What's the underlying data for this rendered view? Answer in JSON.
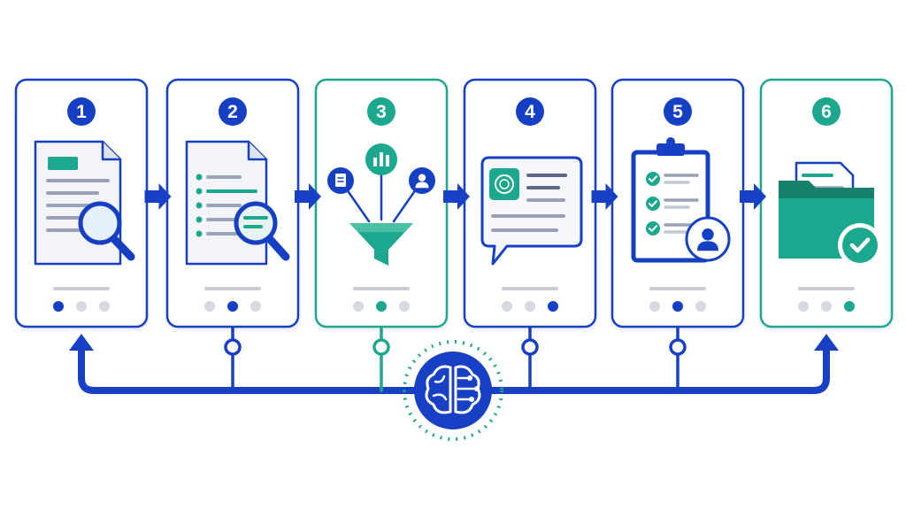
{
  "colors": {
    "blue": "#1740c4",
    "blue_light": "#e8eefb",
    "teal": "#1fa88e",
    "teal_light": "#dff3ee",
    "gray_line": "#c9ccd6",
    "gray_dot": "#d6d9e0",
    "paper": "#f3f4f7"
  },
  "steps": [
    {
      "number": "1",
      "accent": "blue",
      "active_dot": 0,
      "icon": "document-search-icon"
    },
    {
      "number": "2",
      "accent": "blue",
      "active_dot": 1,
      "icon": "list-search-icon"
    },
    {
      "number": "3",
      "accent": "teal",
      "active_dot": 1,
      "icon": "funnel-icon"
    },
    {
      "number": "4",
      "accent": "blue",
      "active_dot": 2,
      "icon": "ai-chat-icon"
    },
    {
      "number": "5",
      "accent": "blue",
      "active_dot": 1,
      "icon": "checklist-review-icon"
    },
    {
      "number": "6",
      "accent": "teal",
      "active_dot": 2,
      "icon": "approved-folder-icon"
    }
  ],
  "hub": {
    "icon": "brain-circuit-icon"
  },
  "connectors": {
    "feedback_arrows": [
      "step-1",
      "step-6"
    ],
    "tap_points": [
      "step-2",
      "step-3",
      "step-4",
      "step-5"
    ]
  }
}
